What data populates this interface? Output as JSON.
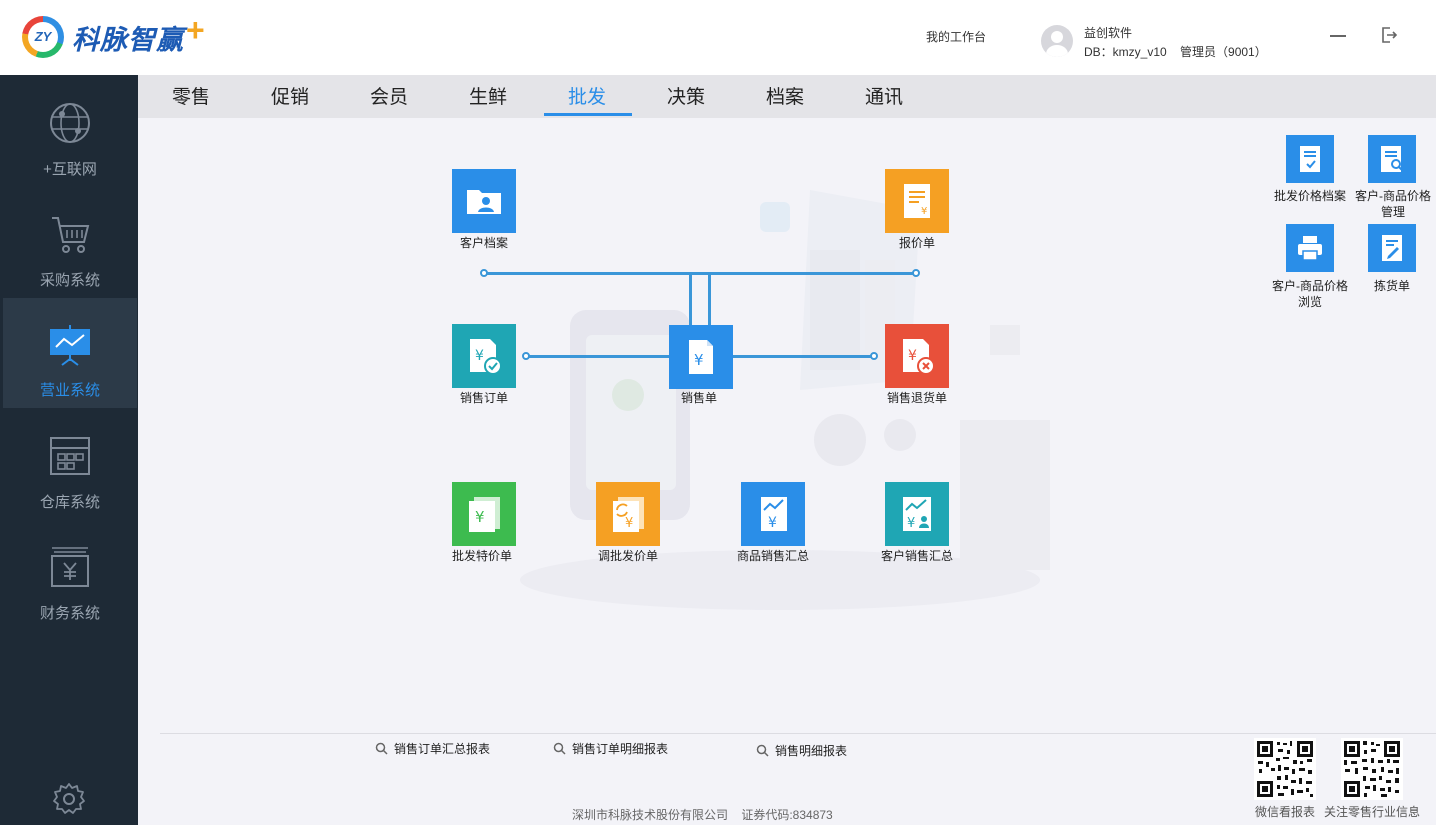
{
  "brand": {
    "logo_badge": "ZY",
    "logo_text": "科脉智赢"
  },
  "header": {
    "workbench": "我的工作台",
    "user_name": "益创软件",
    "db_line": "DB：kmzy_v10    管理员（9001）"
  },
  "sidebar": {
    "items": [
      {
        "label": "+互联网",
        "icon": "globe-icon"
      },
      {
        "label": "采购系统",
        "icon": "cart-icon"
      },
      {
        "label": "营业系统",
        "icon": "presentation-icon",
        "active": true
      },
      {
        "label": "仓库系统",
        "icon": "warehouse-icon"
      },
      {
        "label": "财务系统",
        "icon": "finance-icon"
      }
    ]
  },
  "tabs": [
    "零售",
    "促销",
    "会员",
    "生鲜",
    "批发",
    "决策",
    "档案",
    "通讯"
  ],
  "active_tab": "批发",
  "modules": {
    "customer_file": "客户档案",
    "quotation": "报价单",
    "sales_order": "销售订单",
    "sales_slip": "销售单",
    "sales_return": "销售退货单",
    "special_price": "批发特价单",
    "price_adjust": "调批发价单",
    "goods_summary": "商品销售汇总",
    "customer_summary": "客户销售汇总"
  },
  "quick": {
    "price_file": "批发价格档案",
    "cust_price_mgmt": "客户-商品价格管理",
    "cust_price_browse": "客户-商品价格浏览",
    "picking": "拣货单"
  },
  "reports": [
    "销售订单汇总报表",
    "销售订单明细报表",
    "销售明细报表"
  ],
  "qr": {
    "left_label": "微信看报表",
    "right_label": "关注零售行业信息"
  },
  "footer": "深圳市科脉技术股份有限公司    证券代码:834873",
  "colors": {
    "blue": "#2a8ee8",
    "orange": "#f5a023",
    "teal": "#1fa6b4",
    "red": "#e8503a",
    "green": "#3dbb4f",
    "sidebar": "#1e2a36"
  }
}
